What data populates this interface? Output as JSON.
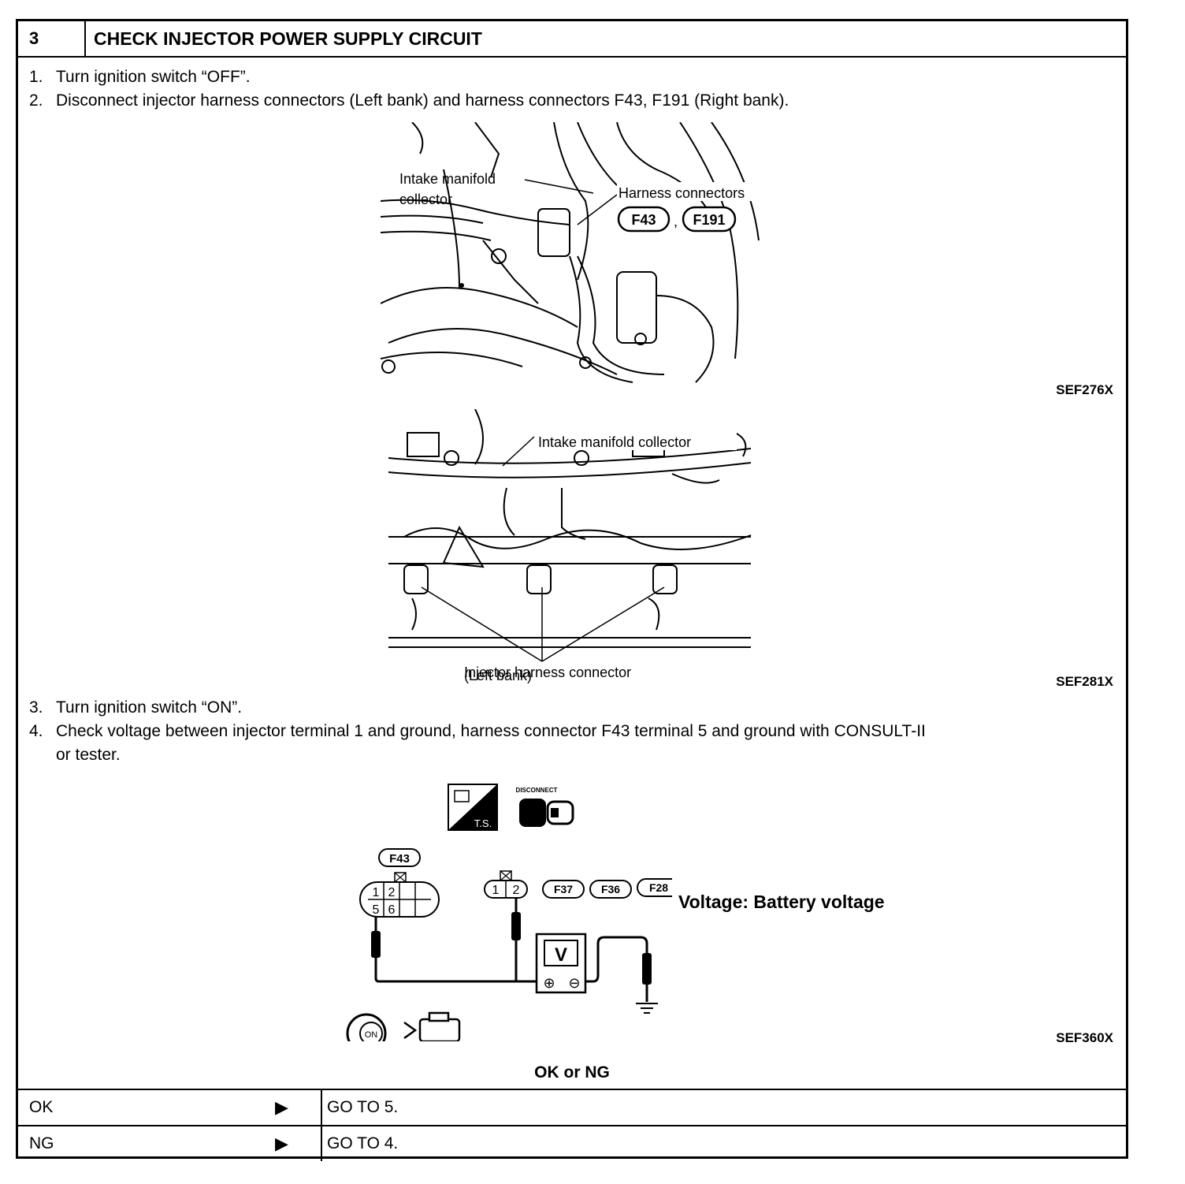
{
  "header": {
    "step_number": "3",
    "title": "CHECK INJECTOR POWER SUPPLY CIRCUIT"
  },
  "instructions": [
    {
      "num": "1.",
      "text": "Turn ignition switch “OFF”."
    },
    {
      "num": "2.",
      "text": "Disconnect injector harness connectors (Left bank) and harness connectors F43, F191 (Right bank)."
    },
    {
      "num": "3.",
      "text": "Turn ignition switch “ON”."
    },
    {
      "num": "4.",
      "text": "Check voltage between injector terminal 1 and ground, harness connector F43 terminal 5 and ground with CONSULT-II"
    },
    {
      "num": "",
      "text": "or tester."
    }
  ],
  "figure1": {
    "label_collector_1": "Intake manifold",
    "label_collector_2": "collector",
    "label_harness": "Harness connectors",
    "connector_a": "F43",
    "connector_sep": ",",
    "connector_b": "F191",
    "code": "SEF276X"
  },
  "figure2": {
    "label_collector": "Intake manifold collector",
    "label_injector_1": "Injector harness connector",
    "label_injector_2": "(Left bank)",
    "code": "SEF281X"
  },
  "figure3": {
    "ts_label": "T.S.",
    "disconnect_label": "DISCONNECT",
    "f43_label": "F43",
    "f43_pins": [
      "1",
      "2",
      "5",
      "6"
    ],
    "inj_pins": [
      "1",
      "2"
    ],
    "inj_connectors": [
      "F37",
      "F36",
      "F28"
    ],
    "meter_label": "V",
    "plus": "⊕",
    "minus": "⊖",
    "ignition_on": "ON",
    "code": "SEF360X"
  },
  "spec": {
    "text": "Voltage:  Battery  voltage"
  },
  "result": {
    "title": "OK or NG",
    "rows": [
      {
        "label": "OK",
        "arrow": "▶",
        "action": "GO TO 5."
      },
      {
        "label": "NG",
        "arrow": "▶",
        "action": "GO TO 4."
      }
    ]
  }
}
